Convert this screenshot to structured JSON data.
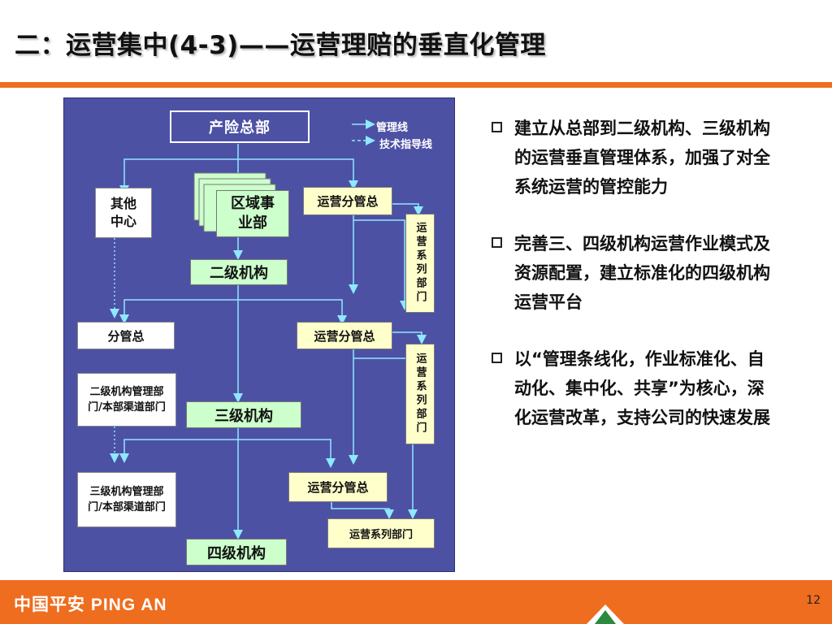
{
  "title": "二：运营集中(4-3)——运营理赔的垂直化管理",
  "legend": {
    "solid": "管理线",
    "dashed": "技术指导线"
  },
  "diagram": {
    "hq": "产险总部",
    "other_center": "其他\n中心",
    "region": "区域事\n业部",
    "ops_head_1": "运营分管总",
    "ops_dept_1": "运营系列部门",
    "level2": "二级机构",
    "sub_head": "分管总",
    "ops_head_2": "运营分管总",
    "ops_dept_2": "运营系列部门",
    "level2_dept": "二级机构管理部门/本部渠道部门",
    "level3": "三级机构",
    "level3_dept": "三级机构管理部门/本部渠道部门",
    "ops_head_3": "运营分管总",
    "ops_dept_3": "运营系列部门",
    "level4": "四级机构"
  },
  "bullets": [
    "建立从总部到二级机构、三级机构的运营垂直管理体系，加强了对全系统运营的管控能力",
    "完善三、四级机构运营作业模式及资源配置，建立标准化的四级机构运营平台",
    "以“管理条线化，作业标准化、自动化、集中化、共享”为核心，深化运营改革，支持公司的快速发展"
  ],
  "footer": {
    "logo": "中国平安 PING AN",
    "page_number": "12"
  }
}
